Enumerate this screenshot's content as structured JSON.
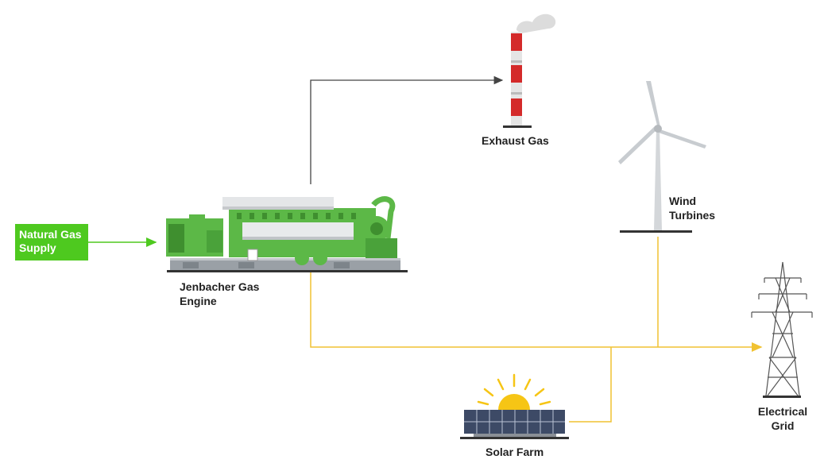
{
  "labels": {
    "natural_gas_supply": [
      "Natural Gas",
      "Supply"
    ],
    "gas_engine": [
      "Jenbacher Gas",
      "Engine"
    ],
    "exhaust_gas": [
      "Exhaust Gas"
    ],
    "wind_turbines": [
      "Wind",
      "Turbines"
    ],
    "electrical_grid": [
      "Electrical",
      "Grid"
    ],
    "solar_farm": [
      "Solar Farm"
    ]
  },
  "colors": {
    "supply_green": "#4ec91f",
    "engine_green": "#5cb847",
    "engine_dark_green": "#3f8f2f",
    "power_line": "#f1c232",
    "exhaust_line": "#444444",
    "chimney_red": "#d42a2a",
    "sun": "#f6c515"
  },
  "icons": {
    "engine": "gas-engine-icon",
    "exhaust": "chimney-icon",
    "wind": "wind-turbine-icon",
    "grid": "transmission-tower-icon",
    "solar": "solar-panel-icon"
  }
}
